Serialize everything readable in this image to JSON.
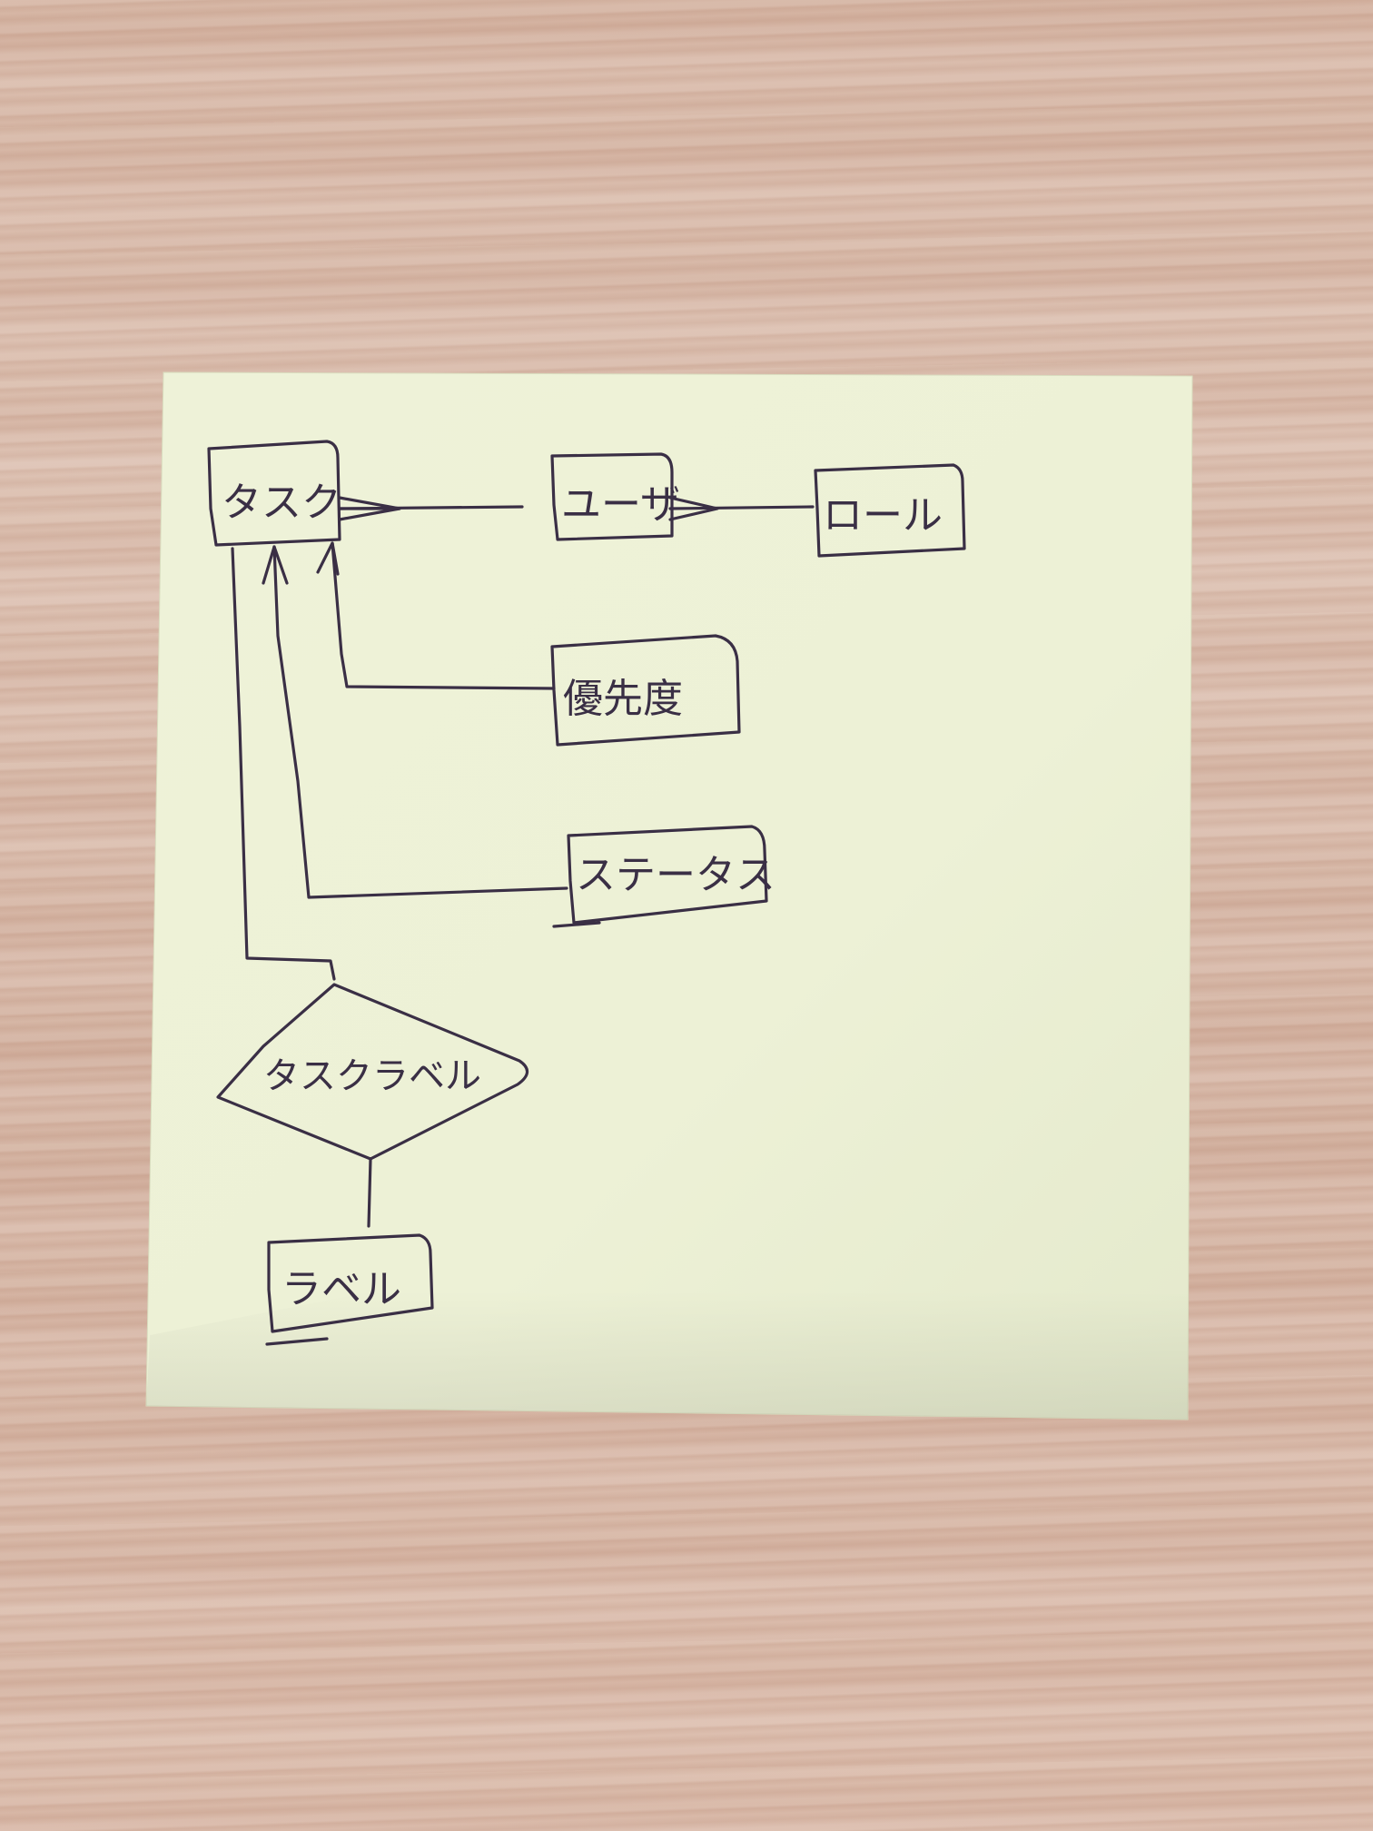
{
  "colors": {
    "sticky_note": "#eef2d6",
    "ink": "#3a2f45",
    "desk": "#d8b9a8"
  },
  "diagram": {
    "nodes": {
      "task": "タスク",
      "user": "ユーザ",
      "role": "ロール",
      "priority": "優先度",
      "status": "ステータス",
      "task_label": "タスクラベル",
      "label": "ラベル"
    }
  }
}
